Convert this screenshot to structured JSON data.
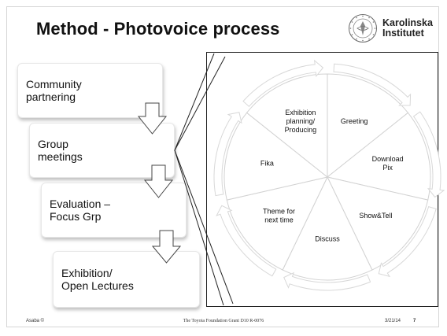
{
  "slide": {
    "title": "Method - Photovoice process",
    "logo": {
      "name_line1": "Karolinska",
      "name_line2": "Institutet"
    }
  },
  "steps": [
    {
      "label": "Community\npartnering"
    },
    {
      "label": "Group\nmeetings"
    },
    {
      "label": "Evaluation –\nFocus Grp"
    },
    {
      "label": "Exhibition/\nOpen Lectures"
    }
  ],
  "cycle": {
    "segments": [
      {
        "label": "Greeting"
      },
      {
        "label": "Download\nPix"
      },
      {
        "label": "Show&Tell"
      },
      {
        "label": "Discuss"
      },
      {
        "label": "Theme for\nnext time"
      },
      {
        "label": "Fika"
      },
      {
        "label": "Exhibition\nplanning/\nProducing"
      }
    ]
  },
  "footer": {
    "left": "Asaba ©",
    "center": "The Toyota Foundation Grant D10 R-0076",
    "date": "3/21/14",
    "page": "7"
  }
}
